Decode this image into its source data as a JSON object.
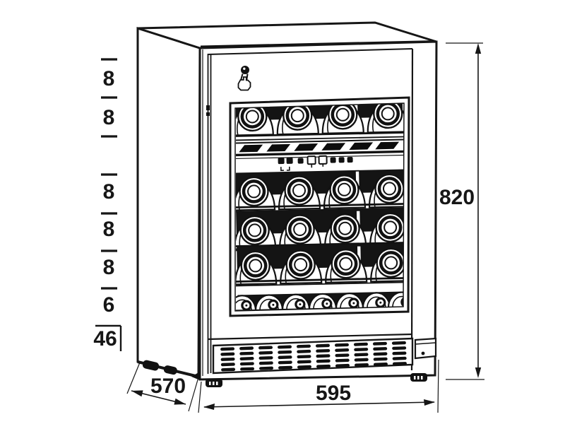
{
  "diagram": {
    "dimensions": {
      "height": "820",
      "width": "595",
      "depth": "570",
      "base": "46",
      "gaps": [
        "8",
        "8",
        "8",
        "8",
        "8",
        "6"
      ]
    }
  }
}
